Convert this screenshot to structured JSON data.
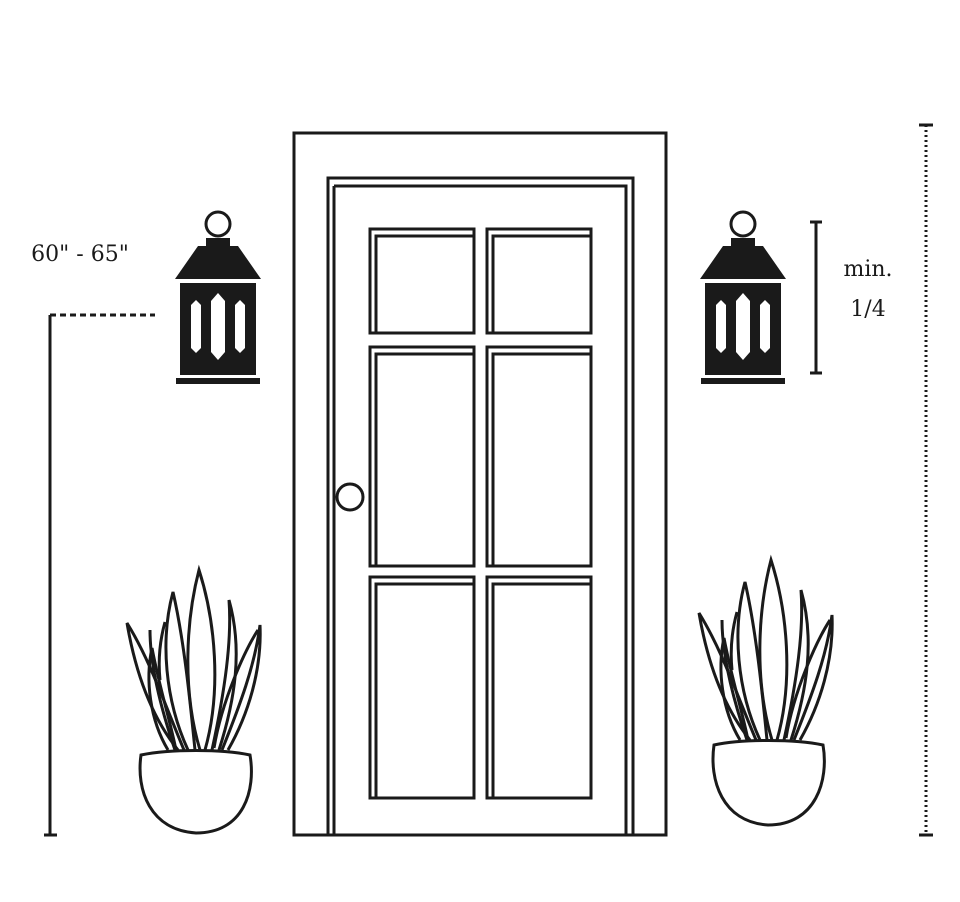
{
  "labels": {
    "height_range": "60\" - 65\"",
    "min_line1": "min.",
    "min_line2": "1/4"
  },
  "colors": {
    "line": "#1a1a1a",
    "background": "#ffffff"
  },
  "elements": {
    "left_lantern_icon": "lantern-icon",
    "right_lantern_icon": "lantern-icon",
    "left_plant_icon": "potted-plant-icon",
    "right_plant_icon": "potted-plant-icon",
    "door": "door"
  }
}
